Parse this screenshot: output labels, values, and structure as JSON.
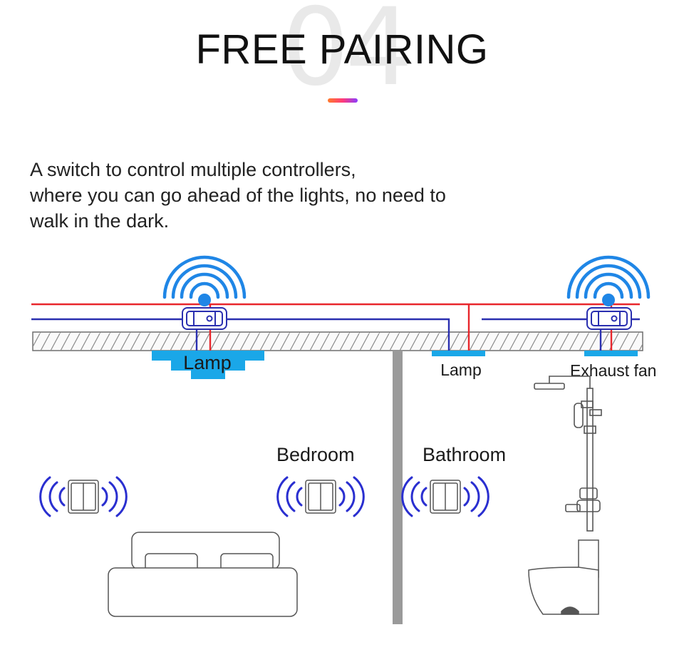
{
  "header": {
    "number": "04",
    "title": "FREE PAIRING"
  },
  "description": {
    "lines": [
      "A switch to control multiple controllers,",
      "where you can go ahead of the lights, no need to",
      "walk in the dark."
    ]
  },
  "diagram": {
    "labels": {
      "lamp_left": "Lamp",
      "lamp_middle": "Lamp",
      "exhaust_fan": "Exhaust fan",
      "bedroom": "Bedroom",
      "bathroom": "Bathroom"
    },
    "colors": {
      "live_wire": "#e8262c",
      "neutral_wire": "#2a2fb0",
      "lamp_fixture": "#1aa7e8",
      "wifi_signal": "#1f86e6",
      "switch_signal": "#2a2fd0",
      "wall": "#9a9a9a",
      "accent_start": "#ff7a2a",
      "accent_end": "#8a3cff"
    }
  }
}
